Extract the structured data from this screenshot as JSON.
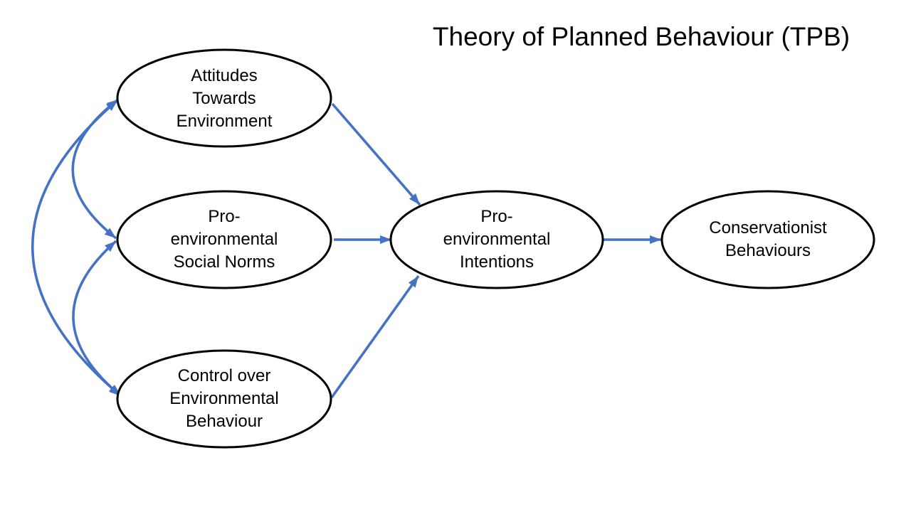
{
  "title": "Theory of Planned Behaviour (TPB)",
  "colors": {
    "arrow": "#4472C4",
    "node_border": "#000000",
    "text": "#000000",
    "background": "#FFFFFF"
  },
  "nodes": [
    {
      "id": "attitudes-towards-environment",
      "label": "Attitudes Towards Environment",
      "lines": [
        "Attitudes",
        "Towards",
        "Environment"
      ]
    },
    {
      "id": "pro-environmental-social-norms",
      "label": "Pro-environmental Social Norms",
      "lines": [
        "Pro-",
        "environmental",
        "Social Norms"
      ]
    },
    {
      "id": "control-over-environmental-behaviour",
      "label": "Control over Environmental Behaviour",
      "lines": [
        "Control over",
        "Environmental",
        "Behaviour"
      ]
    },
    {
      "id": "pro-environmental-intentions",
      "label": "Pro-environmental Intentions",
      "lines": [
        "Pro-",
        "environmental",
        "Intentions"
      ]
    },
    {
      "id": "conservationist-behaviours",
      "label": "Conservationist Behaviours",
      "lines": [
        "Conservationist",
        "Behaviours"
      ]
    }
  ],
  "edges": [
    {
      "from": "attitudes-towards-environment",
      "to": "pro-environmental-intentions",
      "style": "straight",
      "direction": "one-way"
    },
    {
      "from": "pro-environmental-social-norms",
      "to": "pro-environmental-intentions",
      "style": "straight",
      "direction": "one-way"
    },
    {
      "from": "control-over-environmental-behaviour",
      "to": "pro-environmental-intentions",
      "style": "straight",
      "direction": "one-way"
    },
    {
      "from": "pro-environmental-intentions",
      "to": "conservationist-behaviours",
      "style": "straight",
      "direction": "one-way"
    },
    {
      "from": "attitudes-towards-environment",
      "to": "pro-environmental-social-norms",
      "style": "curved",
      "direction": "two-way"
    },
    {
      "from": "pro-environmental-social-norms",
      "to": "control-over-environmental-behaviour",
      "style": "curved",
      "direction": "two-way"
    },
    {
      "from": "attitudes-towards-environment",
      "to": "control-over-environmental-behaviour",
      "style": "curved",
      "direction": "two-way"
    }
  ]
}
